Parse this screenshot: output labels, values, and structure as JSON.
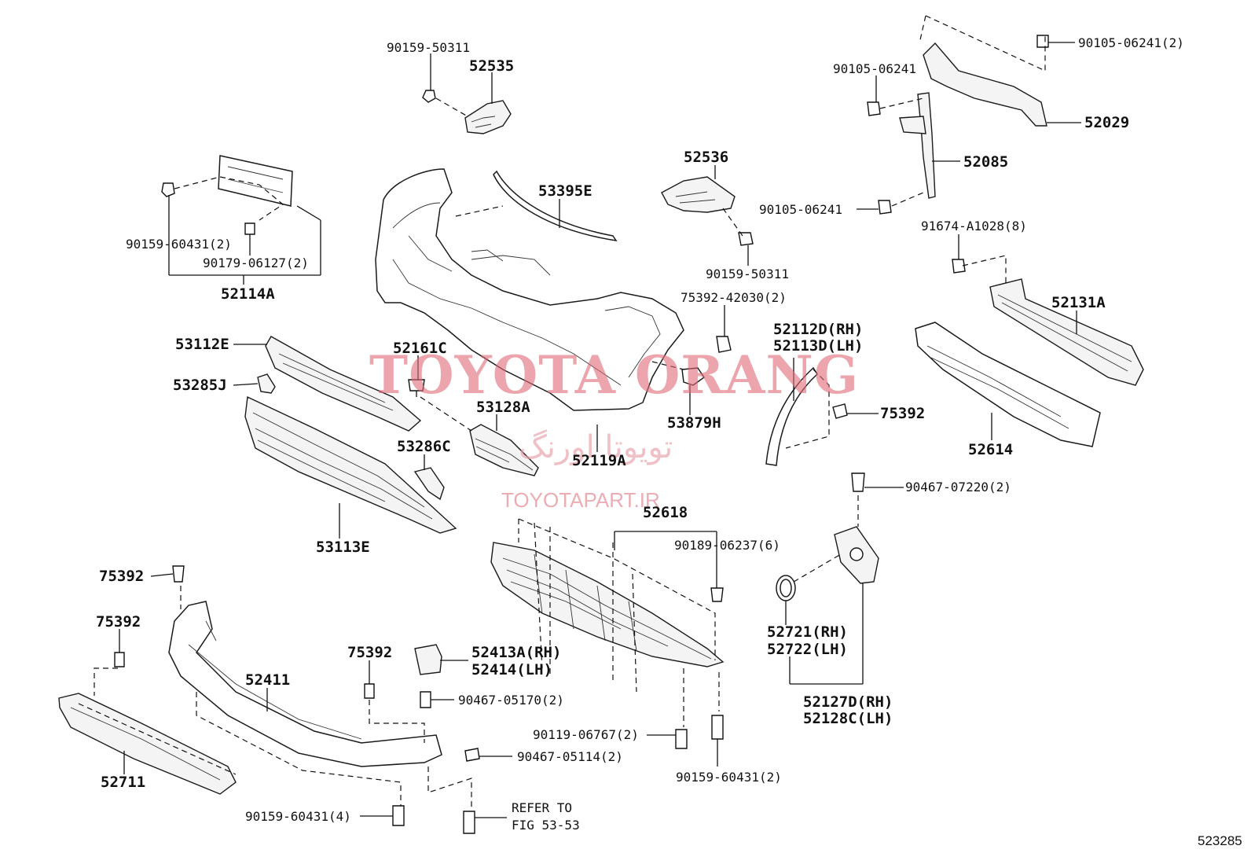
{
  "labels": {
    "l_90159_50311_top": "90159-50311",
    "l_52535": "52535",
    "l_90105_06241_a": "90105-06241",
    "l_90105_06241_2": "90105-06241(2)",
    "l_52029": "52029",
    "l_52085": "52085",
    "l_90105_06241_b": "90105-06241",
    "l_52536": "52536",
    "l_53395E": "53395E",
    "l_90159_60431_2a": "90159-60431(2)",
    "l_90179_06127_2": "90179-06127(2)",
    "l_52114A": "52114A",
    "l_90159_50311_mid": "90159-50311",
    "l_91674_A1028_8": "91674-A1028(8)",
    "l_75392_42030_2": "75392-42030(2)",
    "l_52131A": "52131A",
    "l_52112D": "52112D(RH)",
    "l_52113D": "52113D(LH)",
    "l_53112E": "53112E",
    "l_52161C": "52161C",
    "l_53285J": "53285J",
    "l_53128A": "53128A",
    "l_53879H": "53879H",
    "l_75392_r": "75392",
    "l_52614": "52614",
    "l_53286C": "53286C",
    "l_52119A": "52119A",
    "l_90467_07220_2": "90467-07220(2)",
    "l_53113E": "53113E",
    "l_52618": "52618",
    "l_90189_06237_6": "90189-06237(6)",
    "l_75392_a": "75392",
    "l_75392_b": "75392",
    "l_75392_c": "75392",
    "l_52721": "52721(RH)",
    "l_52722": "52722(LH)",
    "l_52411": "52411",
    "l_52413A": "52413A(RH)",
    "l_52414": "52414(LH)",
    "l_90467_05170_2": "90467-05170(2)",
    "l_52127D": "52127D(RH)",
    "l_52128C": "52128C(LH)",
    "l_90119_06767_2": "90119-06767(2)",
    "l_90467_05114_2": "90467-05114(2)",
    "l_52711": "52711",
    "l_90159_60431_2b": "90159-60431(2)",
    "l_90159_60431_4": "90159-60431(4)",
    "l_refer1": "REFER TO",
    "l_refer2": "FIG 53-53"
  },
  "watermark": {
    "brand_en": "TOYOTA ORANG",
    "brand_fa": "تویوتا اورنگ",
    "site": "TOYOTAPART.IR"
  },
  "diagram_code": "523285",
  "colors": {
    "line": "#1a1a1a",
    "watermark": "#e06a78"
  }
}
